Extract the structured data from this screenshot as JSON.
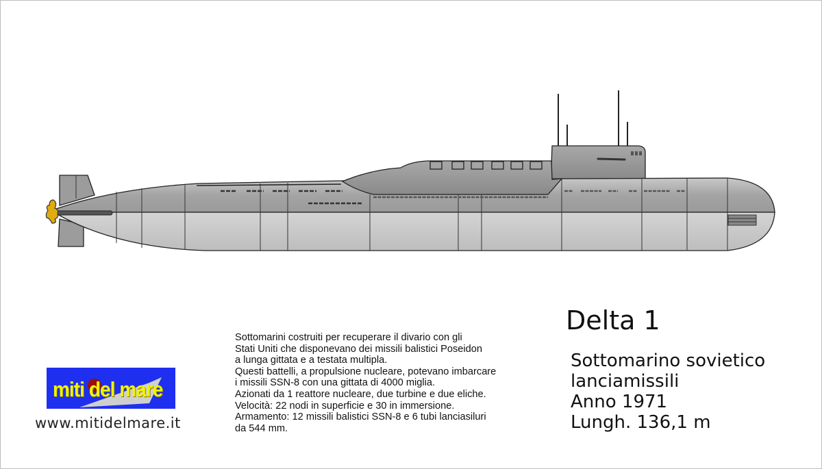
{
  "title": "Delta 1",
  "specs": [
    "Sottomarino sovietico",
    "lanciamissili",
    "Anno 1971",
    "Lungh. 136,1 m"
  ],
  "description": [
    "Sottomarini costruiti per recuperare il divario con gli",
    "Stati Uniti che disponevano dei missili balistici Poseidon",
    "a lunga gittata e a testata multipla.",
    "Questi battelli, a propulsione nucleare, potevano imbarcare",
    "i missili SSN-8 con una gittata di 4000 miglia.",
    "Azionati da 1 reattore nucleare, due turbine e due eliche.",
    "Velocità: 22 nodi in superficie e 30 in immersione.",
    "Armamento: 12 missili balistici SSN-8 e 6 tubi lanciasiluri",
    "da 544 mm."
  ],
  "logo": {
    "text": "miti del mare",
    "bg_color": "#1f2ff0",
    "text_color": "#f3f300"
  },
  "website": "www.mitidelmare.it"
}
